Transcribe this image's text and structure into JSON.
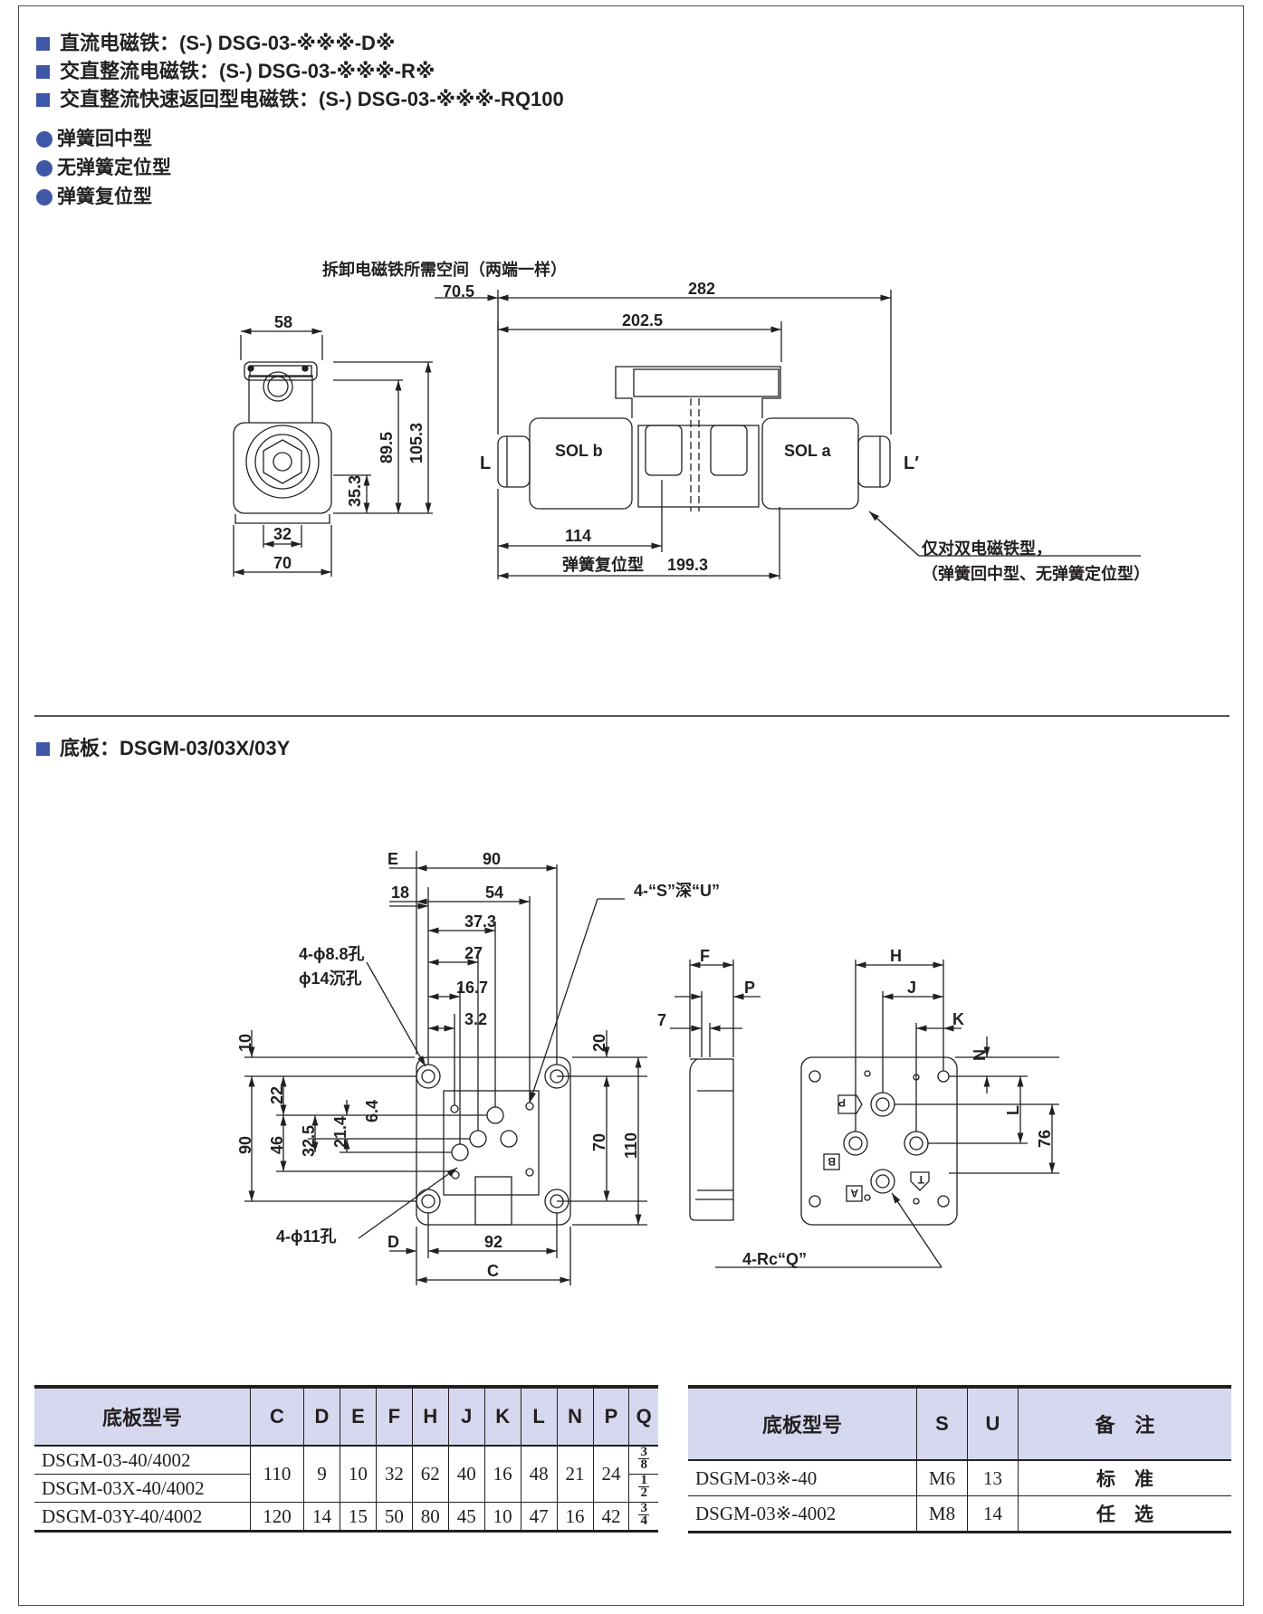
{
  "headings": [
    "直流电磁铁：(S-) DSG-03-※※※-D※",
    "交直整流电磁铁：(S-) DSG-03-※※※-R※",
    "交直整流快速返回型电磁铁：(S-) DSG-03-※※※-RQ100"
  ],
  "bullets": [
    "弹簧回中型",
    "无弹簧定位型",
    "弹簧复位型"
  ],
  "valve_drawing": {
    "space_note": "拆卸电磁铁所需空间（两端一样）",
    "dims": {
      "d70_5": "70.5",
      "d282": "282",
      "d202_5": "202.5",
      "d58": "58",
      "d89_5": "89.5",
      "d105_3": "105.3",
      "d35_3": "35.3",
      "d32": "32",
      "d70": "70",
      "d114": "114",
      "spring_return_label": "弹簧复位型",
      "d199_3": "199.3"
    },
    "labels": {
      "L": "L",
      "L_prime": "L′",
      "sol_b": "SOL b",
      "sol_a": "SOL a"
    },
    "note_line1": "仅对双电磁铁型，",
    "note_line2": "（弹簧回中型、无弹簧定位型）"
  },
  "subplate_heading": "底板：DSGM-03/03X/03Y",
  "subplate_drawing": {
    "top_dims": {
      "E": "E",
      "d90": "90",
      "d18": "18",
      "d54": "54",
      "d37_3": "37.3",
      "d27": "27",
      "d16_7": "16.7",
      "d3_2": "3.2"
    },
    "hole_note1": "4-ϕ8.8孔",
    "hole_note2": "ϕ14沉孔",
    "tap_note": "4-“S”深“U”",
    "left_dims": {
      "d10": "10",
      "d22": "22",
      "d90v": "90",
      "d46": "46",
      "d32_5": "32.5",
      "d21_4": "21.4",
      "d6_4": "6.4"
    },
    "right_dims": {
      "d20": "20",
      "d70": "70",
      "d110": "110"
    },
    "hole11_note": "4-ϕ11孔",
    "bottom_dims": {
      "D": "D",
      "d92": "92",
      "C": "C"
    },
    "side_dims": {
      "F": "F",
      "P": "P",
      "d7": "7"
    },
    "rear_dims": {
      "H": "H",
      "J": "J",
      "K": "K",
      "N": "N",
      "L": "L",
      "d76": "76"
    },
    "port_labels": {
      "P": "P",
      "T": "T",
      "A": "A",
      "B": "B"
    },
    "rc_note": "4-Rc“Q”"
  },
  "table1": {
    "headers": [
      "底板型号",
      "C",
      "D",
      "E",
      "F",
      "H",
      "J",
      "K",
      "L",
      "N",
      "P",
      "Q"
    ],
    "models": [
      "DSGM-03-40/4002",
      "DSGM-03X-40/4002",
      "DSGM-03Y-40/4002"
    ],
    "row12": [
      "110",
      "9",
      "10",
      "32",
      "62",
      "40",
      "16",
      "48",
      "21",
      "24"
    ],
    "row3": [
      "120",
      "14",
      "15",
      "50",
      "80",
      "45",
      "10",
      "47",
      "16",
      "42"
    ],
    "q": [
      {
        "n": "3",
        "d": "8"
      },
      {
        "n": "1",
        "d": "2"
      },
      {
        "n": "3",
        "d": "4"
      }
    ]
  },
  "table2": {
    "headers": [
      "底板型号",
      "S",
      "U",
      "备　注"
    ],
    "rows": [
      [
        "DSGM-03※-40",
        "M6",
        "13",
        "标　准"
      ],
      [
        "DSGM-03※-4002",
        "M8",
        "14",
        "任　选"
      ]
    ]
  }
}
